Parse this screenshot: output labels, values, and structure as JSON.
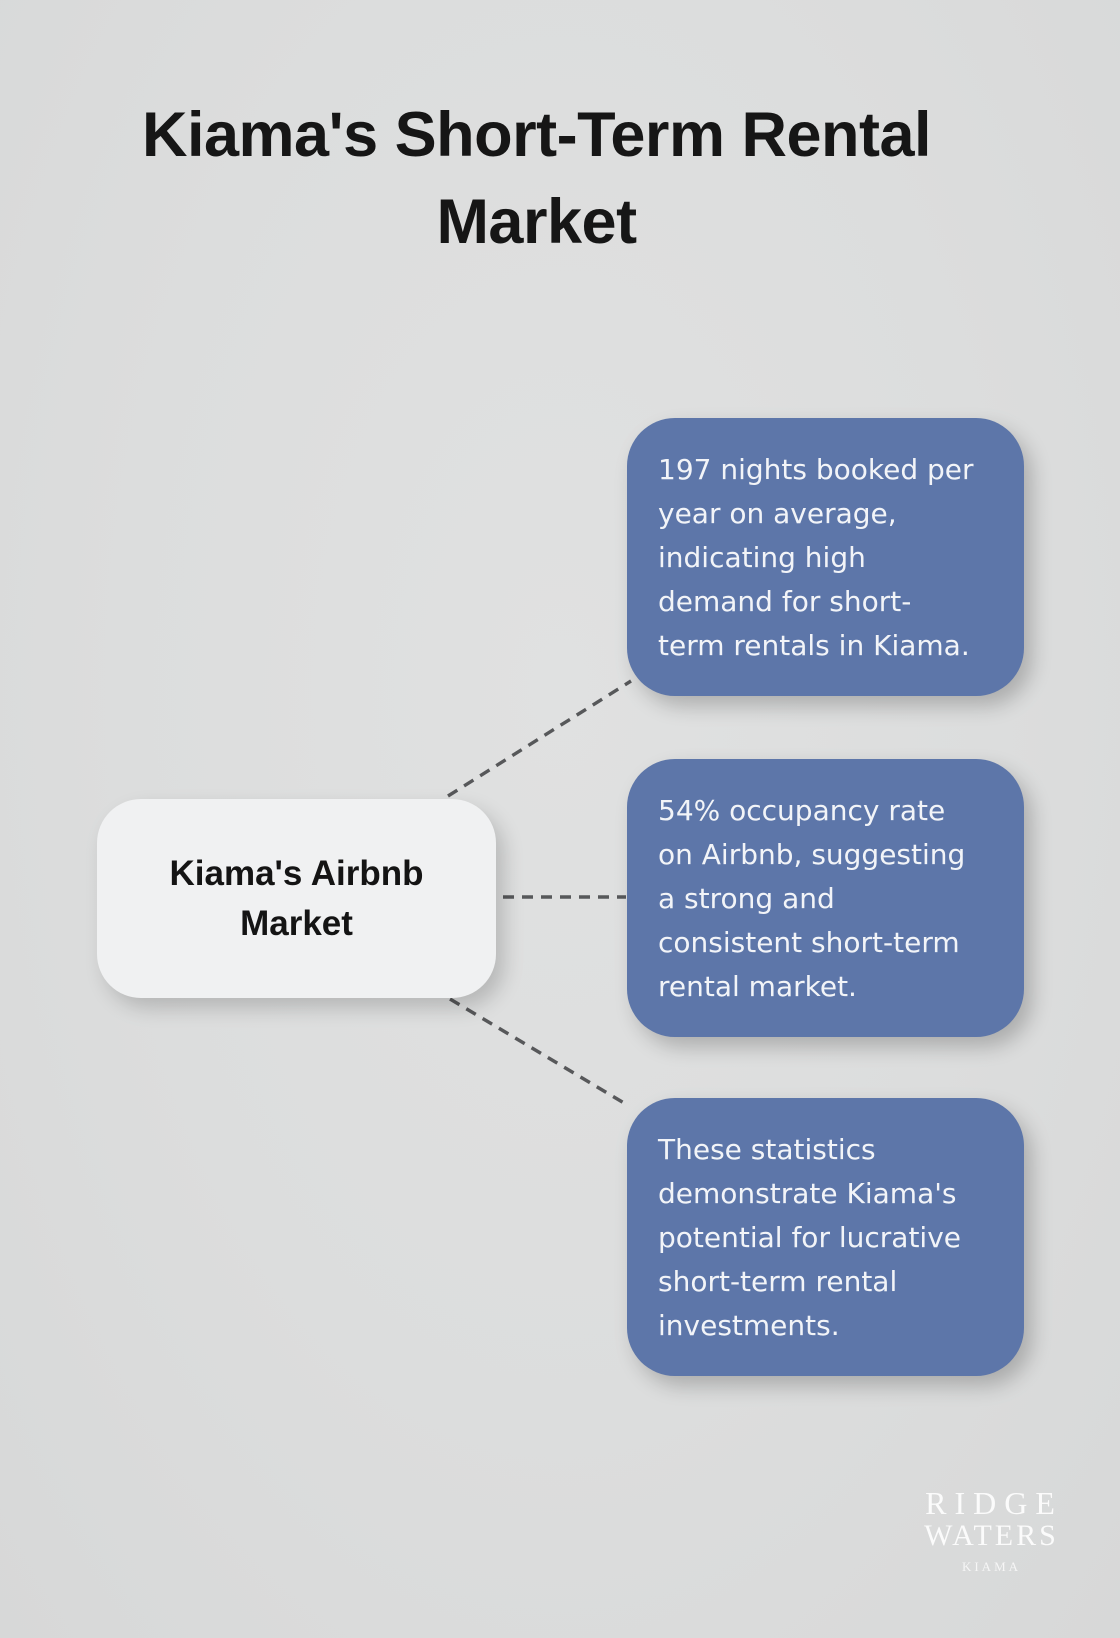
{
  "title": {
    "text": "Kiama's Short-Term Rental Market",
    "lines": [
      "Kiama's Short-Term Rental",
      "Market"
    ]
  },
  "center_node": {
    "label": "Kiama's Airbnb Market",
    "lines": [
      "Kiama's Airbnb",
      "Market"
    ]
  },
  "cards": [
    {
      "text": "197 nights booked per year on average, indicating high demand for short-term rentals in Kiama.",
      "lines": [
        "197 nights booked per",
        "year on average,",
        "indicating high",
        "demand for short-",
        "term rentals in Kiama."
      ]
    },
    {
      "text": "54% occupancy rate on Airbnb, suggesting a strong and consistent short-term rental market.",
      "lines": [
        "54% occupancy rate",
        "on Airbnb, suggesting",
        "a strong and",
        "consistent short-term",
        "rental market."
      ]
    },
    {
      "text": "These statistics demonstrate Kiama's potential for lucrative short-term rental investments.",
      "lines": [
        "These statistics",
        "demonstrate Kiama's",
        "potential for lucrative",
        "short-term rental",
        "investments."
      ]
    }
  ],
  "logo": {
    "name": "RIDGE WATERS",
    "lines": [
      "RIDGE",
      "WATERS"
    ],
    "tagline": "KIAMA"
  },
  "colors": {
    "background": "#dcdddd",
    "card_background": "#5d76a9",
    "card_text": "#f2f4f8",
    "node_background": "#f0f1f2",
    "node_text": "#141414",
    "title_text": "#161616",
    "connector": "#57585a",
    "logo_text": "#ffffff"
  }
}
